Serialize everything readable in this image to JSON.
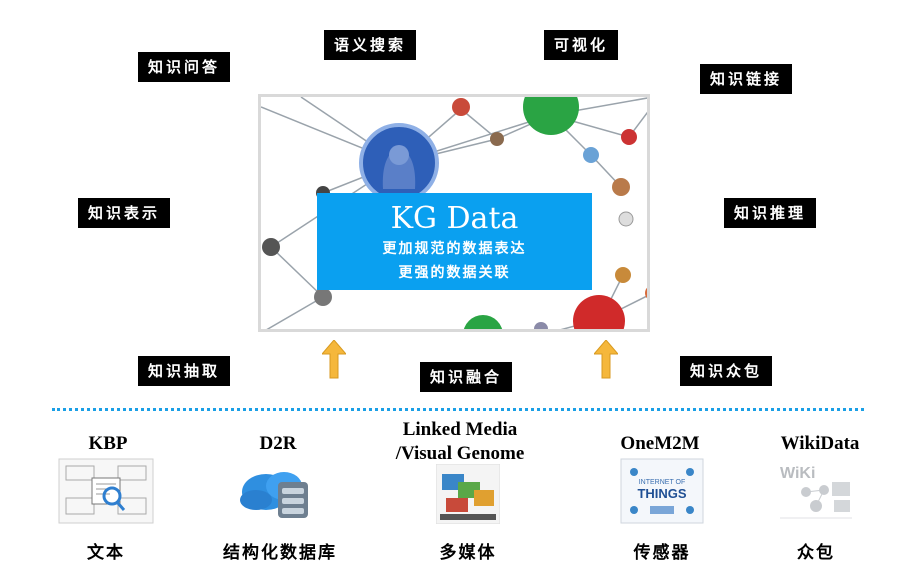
{
  "tags": {
    "qa": "知识问答",
    "search": "语义搜索",
    "vis": "可视化",
    "link": "知识链接",
    "repr": "知识表示",
    "reason": "知识推理",
    "extract": "知识抽取",
    "fusion": "知识融合",
    "crowd": "知识众包"
  },
  "banner": {
    "title": "KG Data",
    "line1": "更加规范的数据表达",
    "line2": "更强的数据关联"
  },
  "sources": [
    {
      "name": "KBP",
      "caption": "文本",
      "icon": "document-icon"
    },
    {
      "name": "D2R",
      "caption": "结构化数据库",
      "icon": "cloud-database-icon"
    },
    {
      "name_line1": "Linked Media",
      "name_line2": "/Visual Genome",
      "caption": "多媒体",
      "icon": "media-icon"
    },
    {
      "name": "OneM2M",
      "caption": "传感器",
      "icon": "internet-of-things-icon"
    },
    {
      "name": "WikiData",
      "caption": "众包",
      "icon": "wiki-icon"
    }
  ],
  "colors": {
    "banner": "#0aa0f0",
    "dotted_line": "#1a9fe6",
    "arrow": "#f5b73b",
    "node_blue": "#2e5fb8",
    "node_green": "#2aa444",
    "node_red": "#d02a2a"
  }
}
